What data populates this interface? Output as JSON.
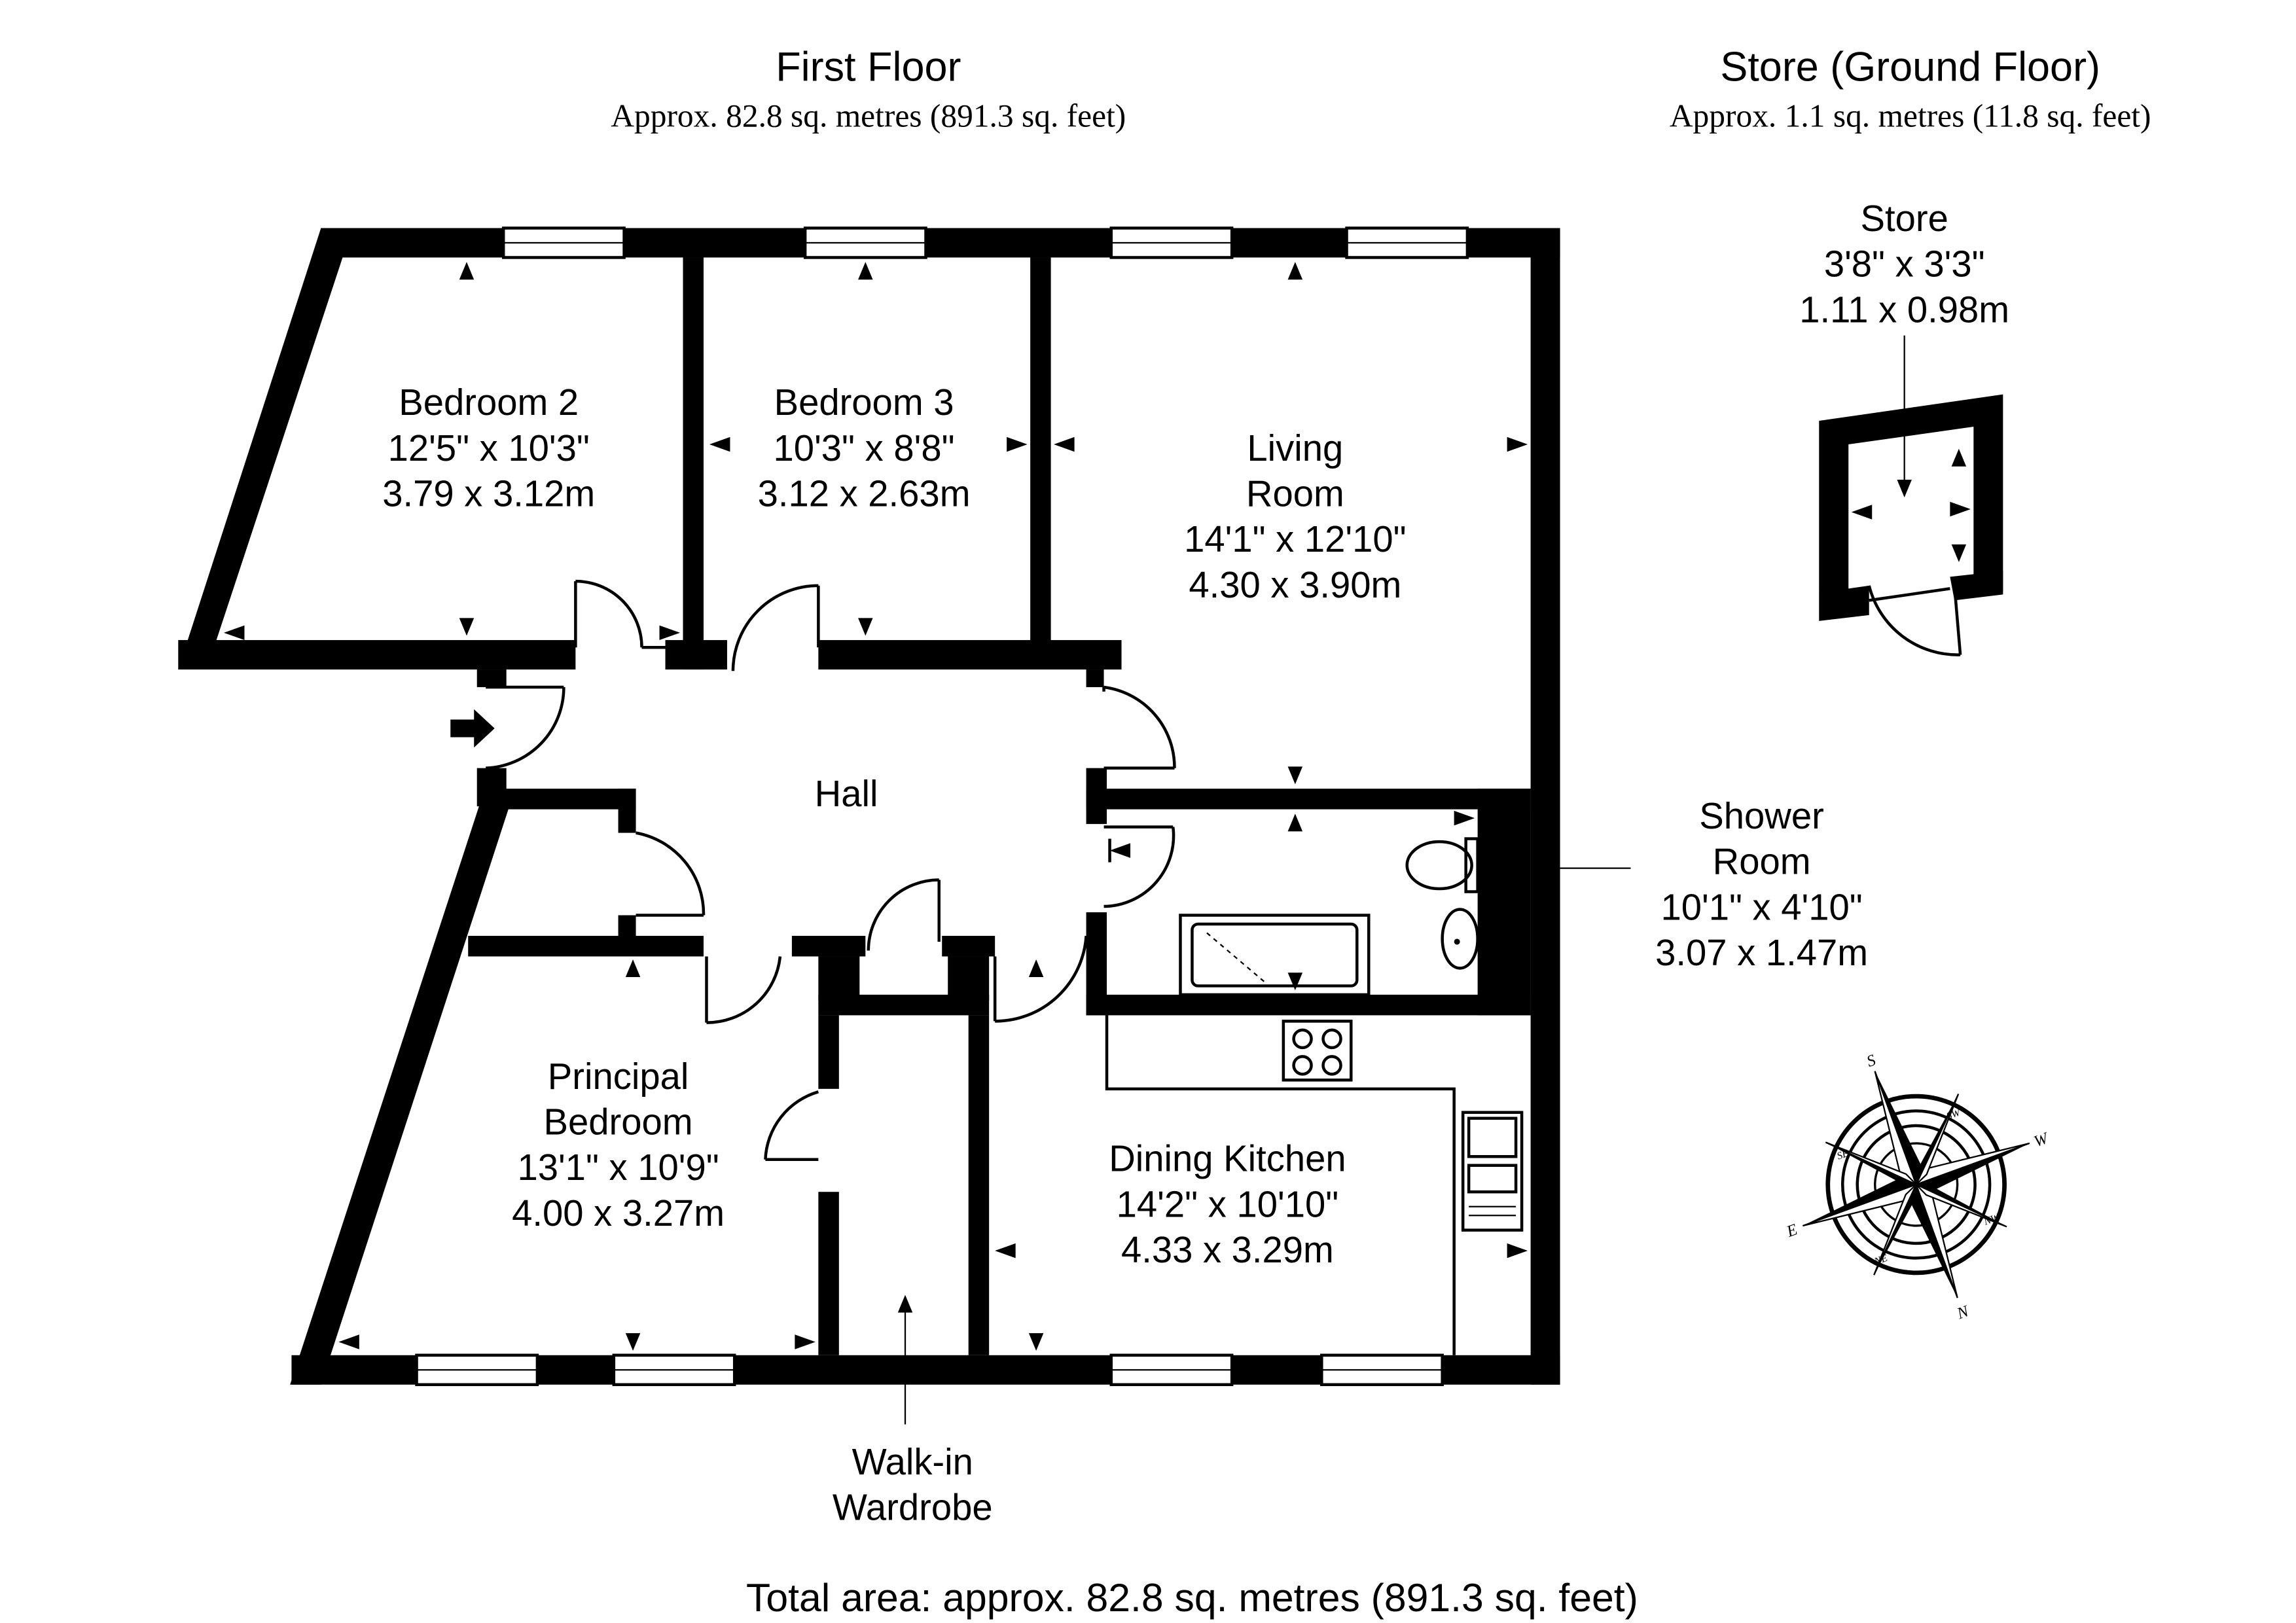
{
  "headers": {
    "first_floor": {
      "title": "First Floor",
      "area": "Approx. 82.8 sq. metres (891.3 sq. feet)"
    },
    "store_floor": {
      "title": "Store (Ground Floor)",
      "area": "Approx. 1.1 sq. metres (11.8 sq. feet)"
    }
  },
  "rooms": {
    "bedroom2": {
      "name": "Bedroom 2",
      "imperial": "12'5\" x 10'3\"",
      "metric": "3.79 x 3.12m"
    },
    "bedroom3": {
      "name": "Bedroom 3",
      "imperial": "10'3\" x 8'8\"",
      "metric": "3.12 x 2.63m"
    },
    "living": {
      "name_line1": "Living",
      "name_line2": "Room",
      "imperial": "14'1\" x 12'10\"",
      "metric": "4.30 x 3.90m"
    },
    "hall": {
      "name": "Hall"
    },
    "shower": {
      "name_line1": "Shower",
      "name_line2": "Room",
      "imperial": "10'1\" x 4'10\"",
      "metric": "3.07 x 1.47m"
    },
    "principal": {
      "name_line1": "Principal",
      "name_line2": "Bedroom",
      "imperial": "13'1\" x 10'9\"",
      "metric": "4.00 x 3.27m"
    },
    "kitchen": {
      "name": "Dining Kitchen",
      "imperial": "14'2\" x 10'10\"",
      "metric": "4.33 x 3.29m"
    },
    "wardrobe": {
      "name_line1": "Walk-in",
      "name_line2": "Wardrobe"
    },
    "store": {
      "name": "Store",
      "imperial": "3'8\" x 3'3\"",
      "metric": "1.11 x 0.98m"
    }
  },
  "compass": {
    "main": [
      "S",
      "W",
      "N",
      "E"
    ],
    "minor": [
      "SW",
      "NW",
      "NE",
      "SE"
    ]
  },
  "total_area": "Total area: approx. 82.8 sq. metres (891.3 sq. feet)"
}
